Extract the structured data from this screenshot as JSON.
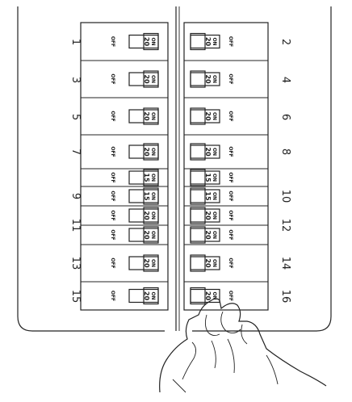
{
  "panel": {
    "left_numbers": [
      "1",
      "3",
      "5",
      "7",
      "9",
      "11",
      "13",
      "15"
    ],
    "right_numbers": [
      "2",
      "4",
      "6",
      "8",
      "10",
      "12",
      "14",
      "16"
    ]
  },
  "breakers_left": [
    {
      "on": "ON",
      "off": "OFF",
      "amps": "20"
    },
    {
      "on": "ON",
      "off": "OFF",
      "amps": "20"
    },
    {
      "on": "ON",
      "off": "OFF",
      "amps": "20"
    },
    {
      "on": "ON",
      "off": "OFF",
      "amps": "20"
    },
    {
      "on": "ON",
      "off": "OFF",
      "amps": "15"
    },
    {
      "on": "ON",
      "off": "OFF",
      "amps": "15"
    },
    {
      "on": "ON",
      "off": "OFF",
      "amps": "20"
    },
    {
      "on": "ON",
      "off": "OFF",
      "amps": "20"
    },
    {
      "on": "ON",
      "off": "OFF",
      "amps": "20"
    },
    {
      "on": "ON",
      "off": "OFF",
      "amps": "20"
    }
  ],
  "breakers_right": [
    {
      "on": "ON",
      "off": "OFF",
      "amps": "20"
    },
    {
      "on": "ON",
      "off": "OFF",
      "amps": "20"
    },
    {
      "on": "ON",
      "off": "OFF",
      "amps": "20"
    },
    {
      "on": "ON",
      "off": "OFF",
      "amps": "20"
    },
    {
      "on": "ON",
      "off": "OFF",
      "amps": "15"
    },
    {
      "on": "ON",
      "off": "OFF",
      "amps": "15"
    },
    {
      "on": "ON",
      "off": "OFF",
      "amps": "20"
    },
    {
      "on": "ON",
      "off": "OFF",
      "amps": "20"
    },
    {
      "on": "ON",
      "off": "OFF",
      "amps": "20"
    },
    {
      "on": "ON",
      "off": "OFF",
      "amps": "20"
    }
  ]
}
